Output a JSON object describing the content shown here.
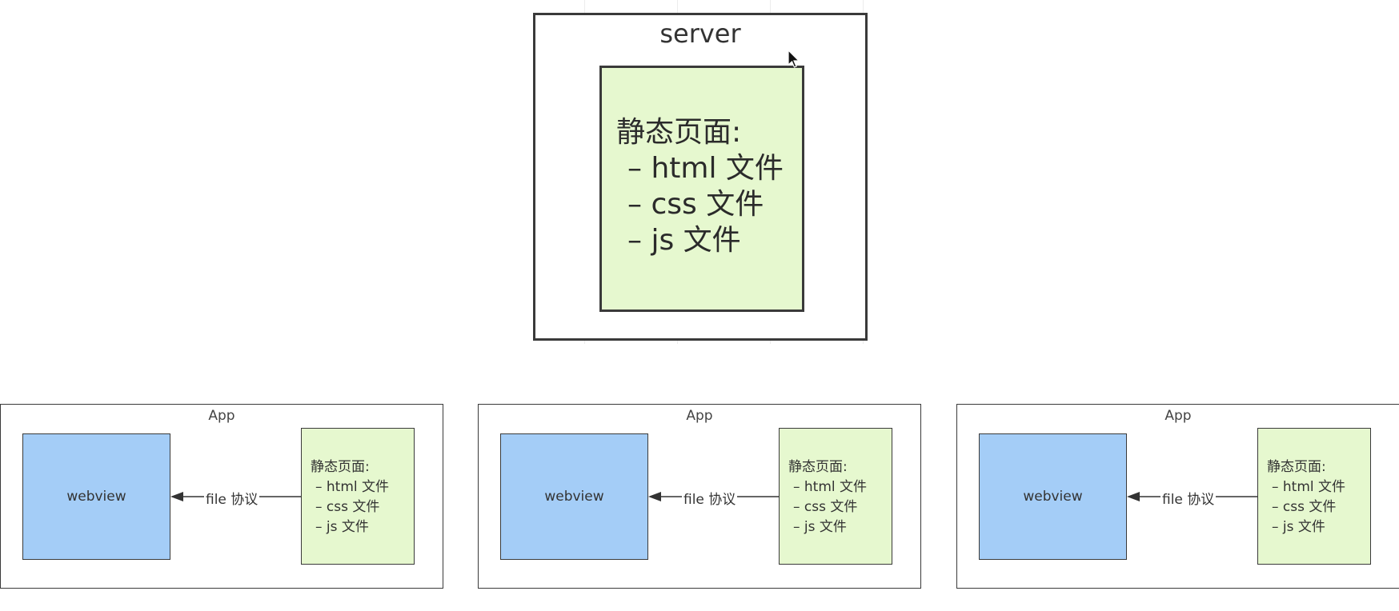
{
  "server": {
    "title": "server",
    "static_page": {
      "heading": "静态页面:",
      "items": [
        "– html 文件",
        "– css 文件",
        "– js 文件"
      ]
    }
  },
  "apps": [
    {
      "title": "App",
      "webview_label": "webview",
      "arrow_label": "file 协议",
      "static_page": {
        "heading": "静态页面:",
        "items": [
          "– html 文件",
          "– css 文件",
          "– js 文件"
        ]
      }
    },
    {
      "title": "App",
      "webview_label": "webview",
      "arrow_label": "file 协议",
      "static_page": {
        "heading": "静态页面:",
        "items": [
          "– html 文件",
          "– css 文件",
          "– js 文件"
        ]
      }
    },
    {
      "title": "App",
      "webview_label": "webview",
      "arrow_label": "file 协议",
      "static_page": {
        "heading": "静态页面:",
        "items": [
          "– html 文件",
          "– css 文件",
          "– js 文件"
        ]
      }
    }
  ],
  "colors": {
    "static_fill": "#e6f8cf",
    "webview_fill": "#a4cdf7",
    "border": "#3a3a3a"
  }
}
